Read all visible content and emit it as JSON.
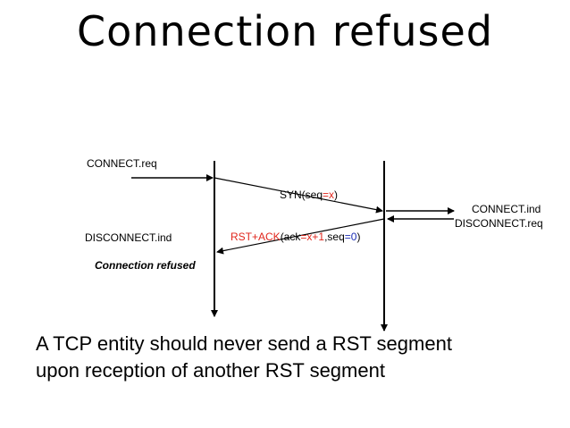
{
  "title": "Connection refused",
  "labels": {
    "connect_req": "CONNECT.req",
    "connect_ind": "CONNECT.ind",
    "disconnect_ind": "DISCONNECT.ind",
    "disconnect_req": "DISCONNECT.req",
    "connection_refused": "Connection refused"
  },
  "messages": {
    "syn": {
      "prefix": "SYN(seq",
      "eq": "=",
      "val": "x",
      "suffix": ")"
    },
    "rst": {
      "flags": "RST+ACK",
      "open": "(ack",
      "eq1": "=",
      "ack_val": "x+1",
      "sep": ",seq",
      "eq2": "=",
      "seq_val": "0",
      "close": ")"
    }
  },
  "footer": {
    "line1": "A TCP entity should never send a RST segment",
    "line2": "upon reception of another RST segment"
  },
  "colors": {
    "red": "#e0261c",
    "blue": "#1c2fb5"
  }
}
